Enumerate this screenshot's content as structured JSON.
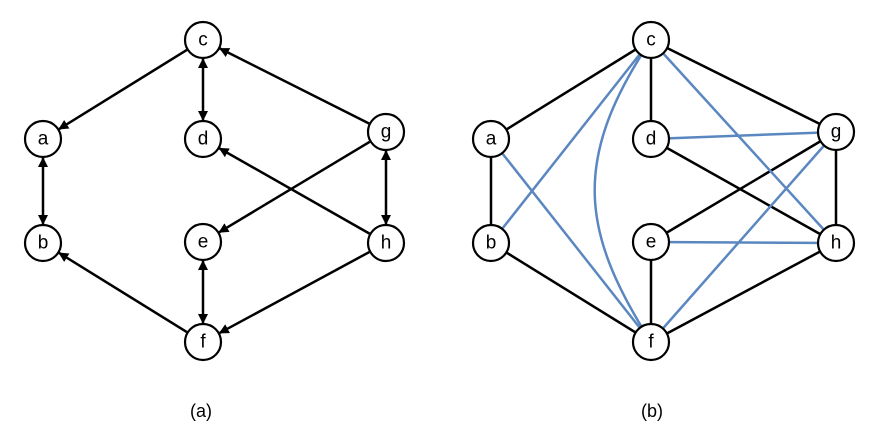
{
  "colors": {
    "black_edge": "#000000",
    "blue_edge": "#5b87c0",
    "node_fill": "#ffffff"
  },
  "captions": {
    "a": "(a)",
    "b": "(b)"
  },
  "graph_a": {
    "nodes": [
      "a",
      "b",
      "c",
      "d",
      "e",
      "f",
      "g",
      "h"
    ],
    "edges": [
      {
        "from": "c",
        "to": "a",
        "dir": "forward"
      },
      {
        "from": "c",
        "to": "d",
        "dir": "both"
      },
      {
        "from": "g",
        "to": "c",
        "dir": "forward"
      },
      {
        "from": "a",
        "to": "b",
        "dir": "both"
      },
      {
        "from": "g",
        "to": "h",
        "dir": "both"
      },
      {
        "from": "h",
        "to": "d",
        "dir": "forward"
      },
      {
        "from": "g",
        "to": "e",
        "dir": "forward"
      },
      {
        "from": "e",
        "to": "f",
        "dir": "both"
      },
      {
        "from": "f",
        "to": "b",
        "dir": "forward"
      },
      {
        "from": "h",
        "to": "f",
        "dir": "forward"
      }
    ]
  },
  "graph_b": {
    "nodes": [
      "a",
      "b",
      "c",
      "d",
      "e",
      "f",
      "g",
      "h"
    ],
    "black_edges": [
      [
        "c",
        "a"
      ],
      [
        "c",
        "d"
      ],
      [
        "c",
        "g"
      ],
      [
        "a",
        "b"
      ],
      [
        "g",
        "h"
      ],
      [
        "d",
        "h"
      ],
      [
        "g",
        "e"
      ],
      [
        "e",
        "f"
      ],
      [
        "b",
        "f"
      ],
      [
        "h",
        "f"
      ]
    ],
    "blue_edges": [
      [
        "c",
        "b"
      ],
      [
        "c",
        "h"
      ],
      [
        "c",
        "f"
      ],
      [
        "a",
        "f"
      ],
      [
        "d",
        "g"
      ],
      [
        "e",
        "h"
      ],
      [
        "f",
        "g"
      ]
    ]
  }
}
